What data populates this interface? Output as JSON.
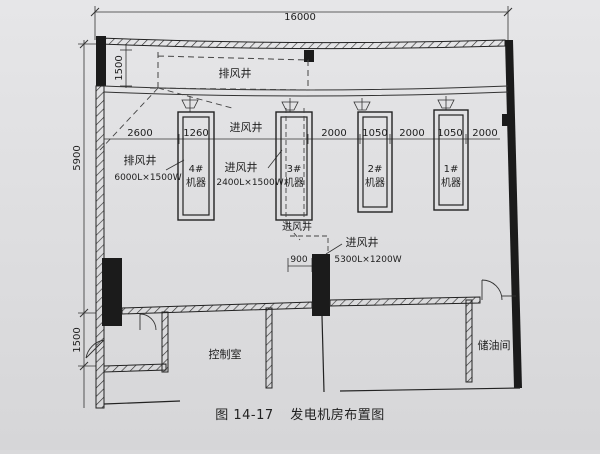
{
  "dimensions": {
    "overall_width": "16000",
    "height_left": "5900",
    "top_shaft_height": "1500",
    "bottom_height": "1500",
    "spacing": [
      "2600",
      "1260",
      "2000",
      "1050",
      "2000",
      "1050",
      "2000"
    ],
    "gap_900": "900"
  },
  "labels": {
    "exhaust_shaft_top": "排风井",
    "exhaust_shaft_left": "排风井",
    "exhaust_shaft_left_size": "6000L×1500W",
    "intake_shaft_mid": "进风井",
    "intake_shaft_3": "进风井",
    "intake_shaft_3_size": "2400L×1500W",
    "intake_shaft_bottom": "进风井",
    "intake_shaft_bottom_label": "进风井",
    "intake_shaft_bottom_size": "5300L×1200W",
    "control_room": "控制室",
    "oil_storage": "储油间"
  },
  "machines": [
    {
      "num": "4#",
      "name": "机器"
    },
    {
      "num": "3#",
      "name": "机器"
    },
    {
      "num": "2#",
      "name": "机器"
    },
    {
      "num": "1#",
      "name": "机器"
    }
  ],
  "caption": {
    "figure": "图 14-17",
    "title": "发电机房布置图"
  }
}
